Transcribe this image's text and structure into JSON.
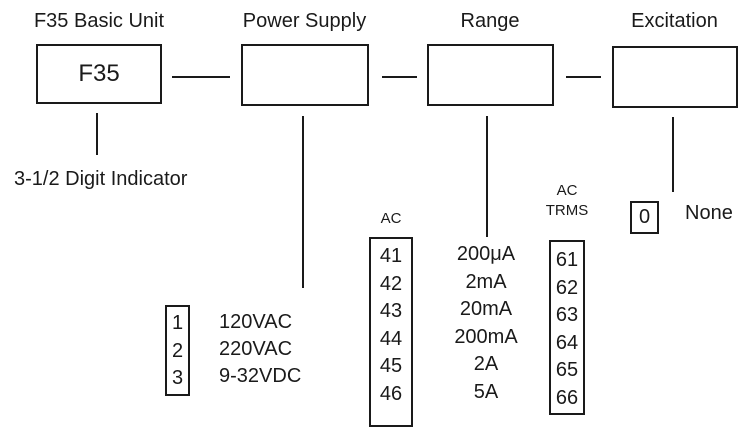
{
  "sections": {
    "basic_unit": {
      "title": "F35 Basic Unit",
      "code": "F35",
      "description": "3-1/2 Digit Indicator"
    },
    "power_supply": {
      "title": "Power Supply",
      "codes": [
        "1",
        "2",
        "3"
      ],
      "options": [
        "120VAC",
        "220VAC",
        "9-32VDC"
      ]
    },
    "range": {
      "title": "Range",
      "ac_label": "AC",
      "ac_codes": [
        "41",
        "42",
        "43",
        "44",
        "45",
        "46"
      ],
      "values": [
        "200μA",
        "2mA",
        "20mA",
        "200mA",
        "2A",
        "5A"
      ],
      "trms_label_line1": "AC",
      "trms_label_line2": "TRMS",
      "trms_codes": [
        "61",
        "62",
        "63",
        "64",
        "65",
        "66"
      ]
    },
    "excitation": {
      "title": "Excitation",
      "code": "0",
      "option": "None"
    }
  }
}
